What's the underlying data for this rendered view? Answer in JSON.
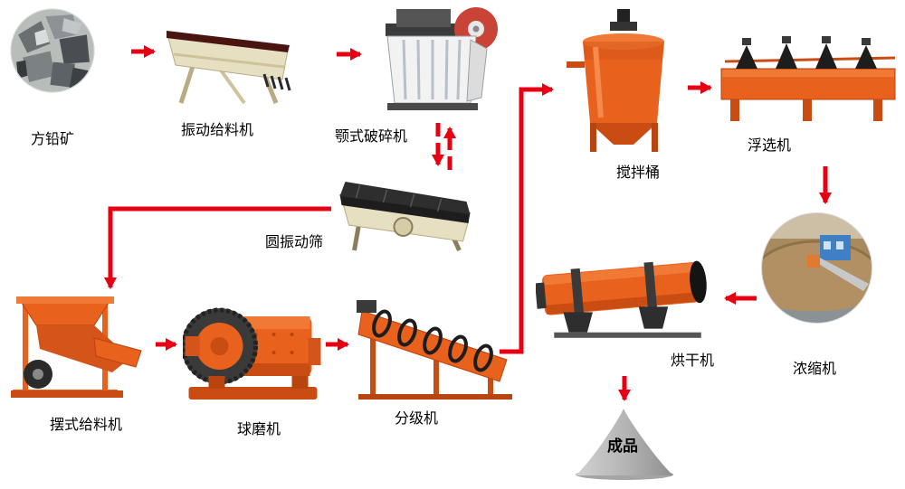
{
  "colors": {
    "arrow": "#e60012",
    "machine_orange": "#e8611d",
    "machine_cream": "#e7dfc2"
  },
  "nodes": {
    "galena_ore": {
      "label": "方铅矿"
    },
    "vibrating_feeder": {
      "label": "振动给料机"
    },
    "jaw_crusher": {
      "label": "颚式破碎机"
    },
    "circular_vibrating_screen": {
      "label": "圆振动筛"
    },
    "pendulum_feeder": {
      "label": "摆式给料机"
    },
    "ball_mill": {
      "label": "球磨机"
    },
    "classifier": {
      "label": "分级机"
    },
    "agitation_tank": {
      "label": "搅拌桶"
    },
    "flotation_machine": {
      "label": "浮选机"
    },
    "thickener": {
      "label": "浓缩机"
    },
    "dryer": {
      "label": "烘干机"
    },
    "finished_product": {
      "label": "成品"
    }
  },
  "flow": [
    {
      "from": "galena_ore",
      "to": "vibrating_feeder"
    },
    {
      "from": "vibrating_feeder",
      "to": "jaw_crusher"
    },
    {
      "from": "jaw_crusher",
      "to": "circular_vibrating_screen",
      "bidirectional": true
    },
    {
      "from": "circular_vibrating_screen",
      "to": "pendulum_feeder"
    },
    {
      "from": "pendulum_feeder",
      "to": "ball_mill"
    },
    {
      "from": "ball_mill",
      "to": "classifier"
    },
    {
      "from": "classifier",
      "to": "agitation_tank"
    },
    {
      "from": "agitation_tank",
      "to": "flotation_machine"
    },
    {
      "from": "flotation_machine",
      "to": "thickener"
    },
    {
      "from": "thickener",
      "to": "dryer"
    },
    {
      "from": "dryer",
      "to": "finished_product"
    }
  ]
}
